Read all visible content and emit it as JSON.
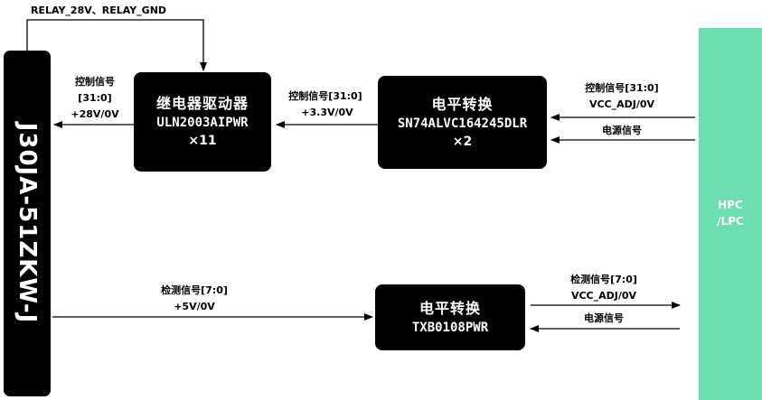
{
  "relay_power_label": "RELAY_28V、RELAY_GND",
  "connector": {
    "label": "J30JA-51ZKW-J"
  },
  "host": {
    "label": "HPC\n/LPC"
  },
  "relay_driver": {
    "title": "继电器驱动器",
    "part": "ULN2003AIPWR",
    "count": "×11",
    "output_signal": "控制信号",
    "output_bus": "[31:0]",
    "output_level": "+28V/0V"
  },
  "ctrl_shifter": {
    "title": "电平转换",
    "part": "SN74ALVC164245DLR",
    "count": "×2",
    "output_signal": "控制信号[31:0]",
    "output_level": "+3.3V/0V",
    "input_signal": "控制信号[31:0]",
    "input_level": "VCC_ADJ/0V",
    "power_signal": "电源信号"
  },
  "detect_shifter": {
    "title": "电平转换",
    "part": "TXB0108PWR",
    "input_signal": "检测信号[7:0]",
    "input_level": "+5V/0V",
    "output_signal": "检测信号[7:0]",
    "output_level": "VCC_ADJ/0V",
    "power_signal": "电源信号"
  },
  "colors": {
    "box": "#000000",
    "host": "#6cdeb0",
    "wire": "#000000"
  }
}
